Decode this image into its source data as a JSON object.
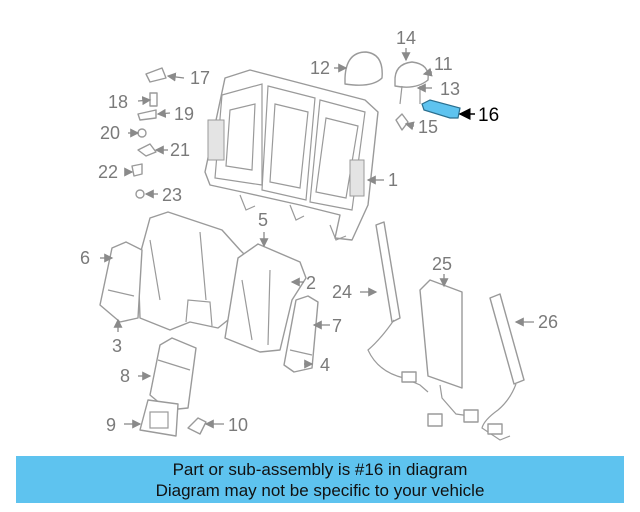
{
  "diagram": {
    "highlight_color": "#5ec3ef",
    "highlighted_part": "16",
    "callouts": [
      "1",
      "2",
      "3",
      "4",
      "5",
      "6",
      "7",
      "8",
      "9",
      "10",
      "11",
      "12",
      "13",
      "14",
      "15",
      "16",
      "17",
      "18",
      "19",
      "20",
      "21",
      "22",
      "23",
      "24",
      "25",
      "26"
    ]
  },
  "banner": {
    "line1": "Part or sub-assembly is #16 in diagram",
    "line2": "Diagram may not be specific to your vehicle",
    "background": "#5ec3ef"
  }
}
